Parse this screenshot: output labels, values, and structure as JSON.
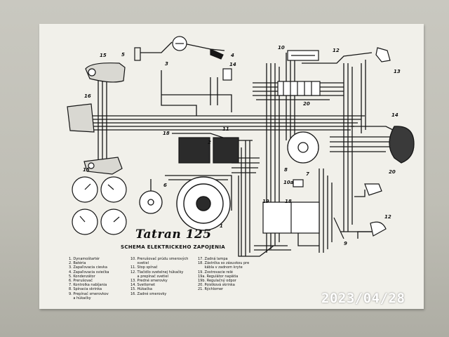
{
  "diagram": {
    "brand_logo": "Tatran 125",
    "title": "SCHEMA ELEKTRICKEHO ZAPOJENIA",
    "component_numbers": [
      "1",
      "2",
      "3",
      "4",
      "5",
      "6",
      "7",
      "8",
      "9",
      "10",
      "10a",
      "11",
      "12",
      "13",
      "14",
      "15",
      "16",
      "17",
      "18",
      "19",
      "20",
      "21"
    ],
    "legend": [
      "1. Dynamoštartér",
      "2. Batéria",
      "3. Zapaľovacia cievka",
      "4. Zapaľovacia sviečka",
      "5. Kondenzátor",
      "6. Prerušovač",
      "7. Kontrolka nabíjania",
      "8. Spínacia skrinka",
      "9. Prepínač smerovkov\n    a húkačky",
      "10. Prerušovač prúdu smerových\n      svetiel",
      "11. Stop spínač",
      "12. Tlačidlo svetelnej húkačky\n      a prepínač svetiel",
      "13. Predné smerovky",
      "14. Svetlomet",
      "15. Húkačka",
      "16. Zadné smerovky",
      "17. Zadná lampa",
      "18. Zástrčka so zásuvkou pre\n      kábla v zadnom kryte",
      "19. Zostrovacie relé",
      "19a. Regulátor napätia",
      "19b. Regulačný odpor",
      "20. Poistková skrinka",
      "21. Rýchlomer"
    ]
  },
  "photo_timestamp": "2023/04/28",
  "colors": {
    "paper": "#f1f0ea",
    "ink": "#111111",
    "background": "#bcbbb2",
    "stamp": "#ffffff"
  }
}
